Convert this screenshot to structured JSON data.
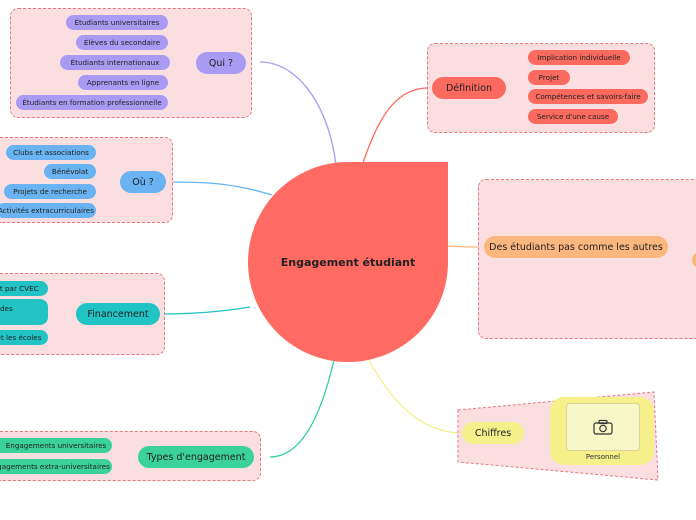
{
  "center": {
    "label": "Engagement étudiant"
  },
  "qui": {
    "label": "Qui ?",
    "items": [
      "Étudiants universitaires",
      "Élèves du secondaire",
      "Étudiants internationaux",
      "Apprenants en ligne",
      "Étudiants en formation professionnelle"
    ]
  },
  "ou": {
    "label": "Où ?",
    "items": [
      "Clubs et associations",
      "Bénévolat",
      "Projets de recherche",
      "Activités extracurriculaires"
    ]
  },
  "financement": {
    "label": "Financement",
    "items": [
      "nt par CVEC",
      "des",
      "et les écoles"
    ]
  },
  "types": {
    "label": "Types d'engagement",
    "items": [
      "Engagements universitaires",
      "Engagements extra-universitaires"
    ]
  },
  "definition": {
    "label": "Définition",
    "items": [
      "Implication individuelle",
      "Projet",
      "Compétences et savoirs-faire",
      "Service d'une cause"
    ]
  },
  "des_etudiants": {
    "label": "Des étudiants pas comme les autres"
  },
  "chiffres": {
    "label": "Chiffres",
    "image": {
      "icon": "camera-icon",
      "caption": "Personnel"
    }
  },
  "colors": {
    "qui": "#a99af4",
    "ou": "#69b3f2",
    "financement": "#21c3c4",
    "types": "#3ad19a",
    "definition": "#fb6a5f",
    "des_etudiants": "#fbb77d",
    "chiffres": "#f5f08a",
    "center": "#ff6b63"
  }
}
